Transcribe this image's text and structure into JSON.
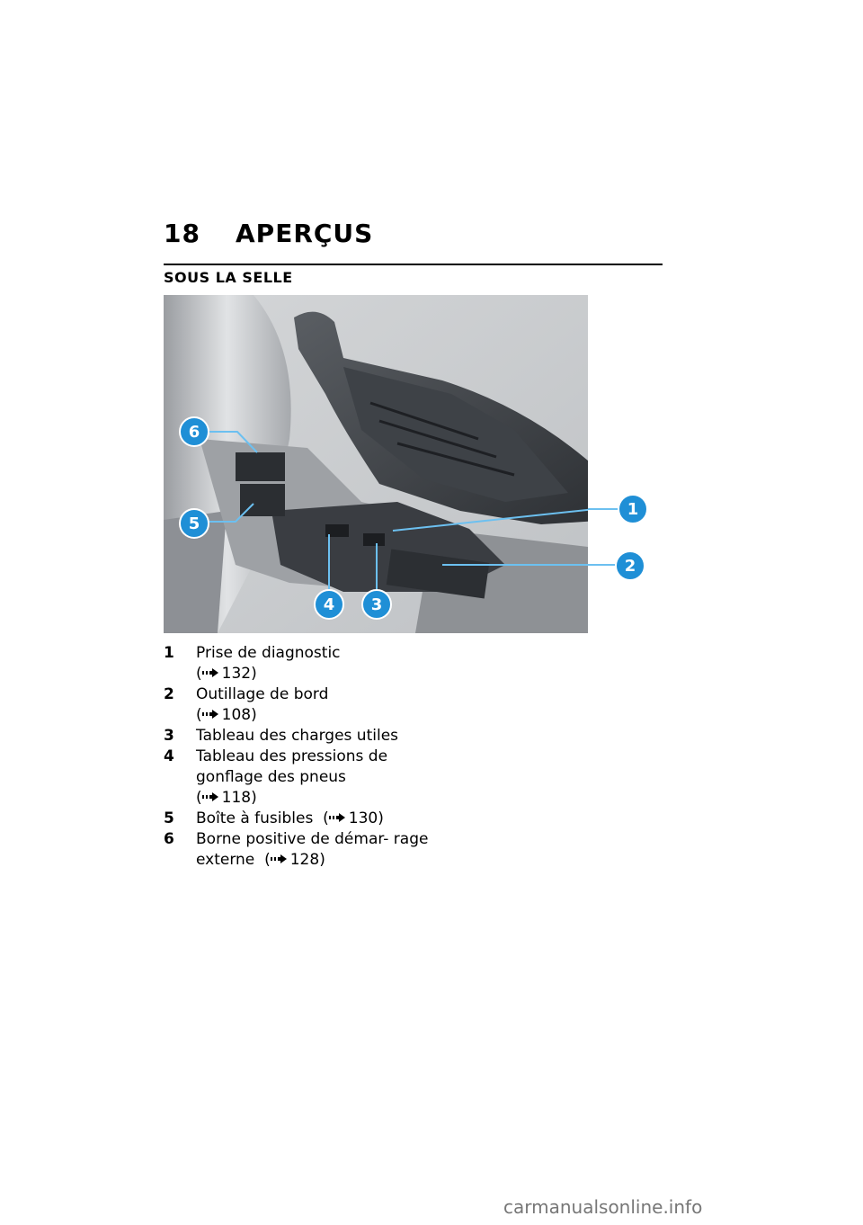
{
  "header": {
    "page_number": "18",
    "chapter_title": "APERÇUS"
  },
  "section": {
    "title": "SOUS LA SELLE"
  },
  "figure": {
    "callouts": [
      "1",
      "2",
      "3",
      "4",
      "5",
      "6"
    ],
    "callout_color": "#1f8fd6",
    "line_color": "#6cc0f0"
  },
  "legend": [
    {
      "num": "1",
      "text": "Prise de diagnostic",
      "page": "132"
    },
    {
      "num": "2",
      "text": "Outillage de bord",
      "page": "108"
    },
    {
      "num": "3",
      "text": "Tableau des charges utiles"
    },
    {
      "num": "4",
      "text": "Tableau des pressions de gonflage des pneus",
      "page": "118"
    },
    {
      "num": "5",
      "text": "Boîte à fusibles",
      "page": "130"
    },
    {
      "num": "6",
      "text": "Borne positive de démar- rage externe",
      "page": "128"
    }
  ],
  "watermark": "carmanualsonline.info"
}
